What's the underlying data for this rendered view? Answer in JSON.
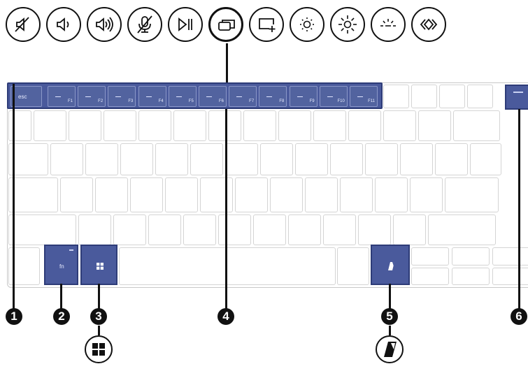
{
  "icons": [
    {
      "name": "mute-icon"
    },
    {
      "name": "volume-down-icon"
    },
    {
      "name": "volume-up-icon"
    },
    {
      "name": "mic-mute-icon"
    },
    {
      "name": "play-pause-icon"
    },
    {
      "name": "switch-screen-icon"
    },
    {
      "name": "screen-snip-icon"
    },
    {
      "name": "brightness-down-icon"
    },
    {
      "name": "brightness-up-icon"
    },
    {
      "name": "keyboard-backlight-icon"
    },
    {
      "name": "connect-icon"
    }
  ],
  "keys": {
    "esc": "esc",
    "fn": "fn",
    "f_labels": [
      "F1",
      "F2",
      "F3",
      "F4",
      "F5",
      "F6",
      "F7",
      "F8",
      "F9",
      "F10",
      "F11"
    ]
  },
  "callouts": [
    "1",
    "2",
    "3",
    "4",
    "5",
    "6"
  ],
  "colors": {
    "highlight": "#4a5a9c",
    "highlight_border": "#2e3c78",
    "key_outline": "#d4d4d4",
    "ink": "#111111"
  }
}
